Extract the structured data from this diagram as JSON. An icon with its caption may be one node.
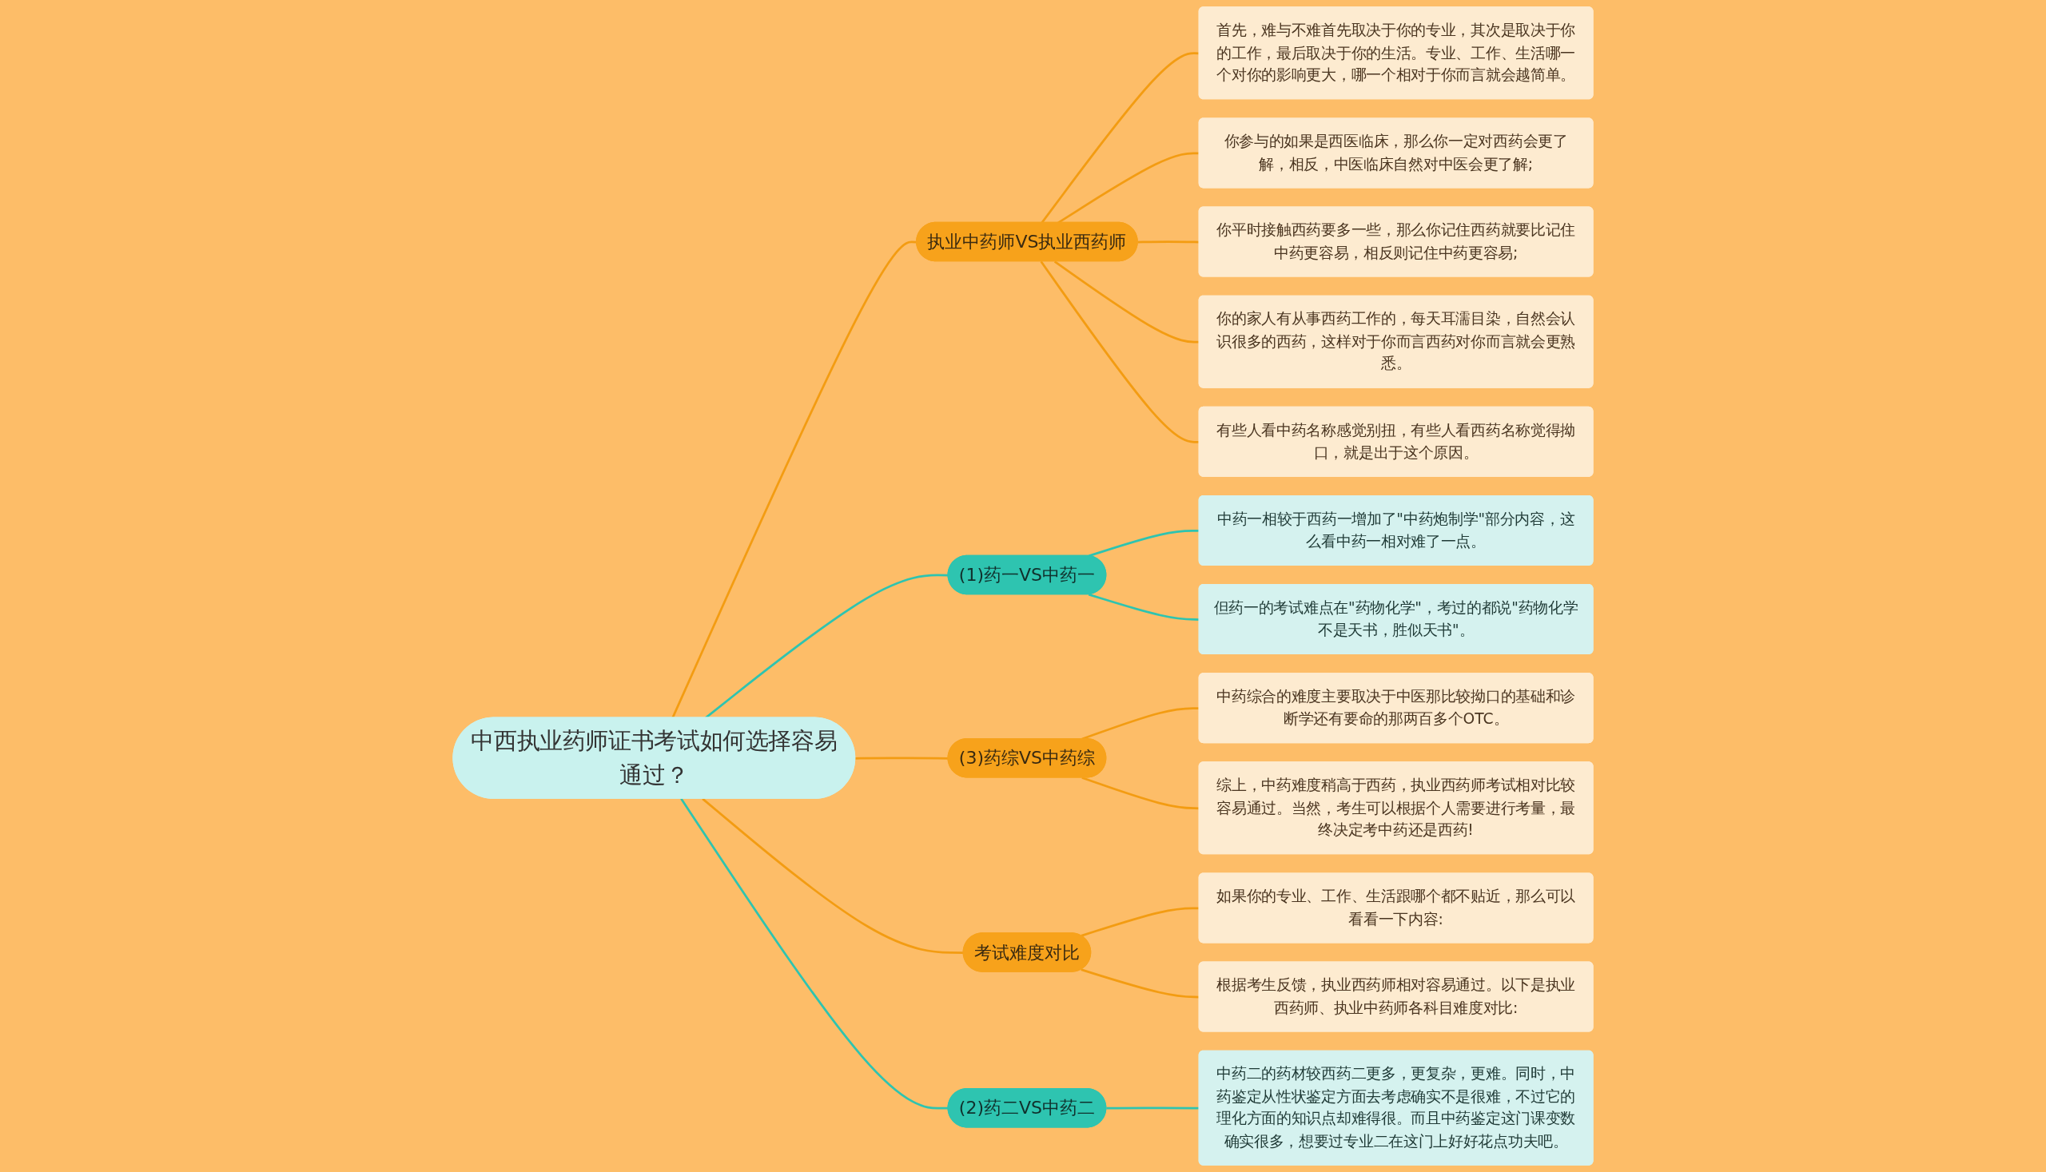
{
  "diagram": {
    "nodes": [
      {
        "text": [
          "中西执业药师证书考试如何选择容易通过？"
        ]
      },
      {
        "text": [
          "执业中药师VS执业西药师"
        ]
      },
      {
        "text": [
          "首先，难与不难首先取决于你的专业，其次是取决于你的工作，最后取决于你的生活。专业、工作、生活哪一个对你的影响更大，哪一个相对于你而言就会越简单。"
        ]
      },
      {
        "text": [
          "你参与的如果是西医临床，那么你一定对西药会更了解，相反，中医临床自然对中医会更了解;"
        ]
      },
      {
        "text": [
          "你平时接触西药要多一些，那么你记住西药就要比记住中药更容易，相反则记住中药更容易;"
        ]
      },
      {
        "text": [
          "你的家人有从事西药工作的，每天耳濡目染，自然会认识很多的西药，这样对于你而言西药对你而言就会更熟悉。"
        ]
      },
      {
        "text": [
          "有些人看中药名称感觉别扭，有些人看西药名称觉得拗口，就是出于这个原因。"
        ]
      },
      {
        "text": [
          "(1)药一VS中药一"
        ]
      },
      {
        "text": [
          "中药一相较于西药一增加了\"中药炮制学\"部分内容，这么看中药一相对难了一点。"
        ]
      },
      {
        "text": [
          "但药一的考试难点在\"药物化学\"，考过的都说\"药物化学不是天书，胜似天书\"。"
        ]
      },
      {
        "text": [
          "(3)药综VS中药综"
        ]
      },
      {
        "text": [
          "中药综合的难度主要取决于中医那比较拗口的基础和诊断学还有要命的那两百多个OTC。"
        ]
      },
      {
        "text": [
          "综上，中药难度稍高于西药，执业西药师考试相对比较容易通过。当然，考生可以根据个人需要进行考量，最终决定考中药还是西药!"
        ]
      },
      {
        "text": [
          "考试难度对比"
        ]
      },
      {
        "text": [
          "如果你的专业、工作、生活跟哪个都不贴近，那么可以看看一下内容:"
        ]
      },
      {
        "text": [
          "根据考生反馈，执业西药师相对容易通过。以下是执业西药师、执业中药师各科目难度对比:"
        ]
      },
      {
        "text": [
          "(2)药二VS中药二"
        ]
      },
      {
        "text": [
          "中药二的药材较西药二更多，更复杂，更难。同时，中药鉴定从性状鉴定方面去考虑确实不是很难，不过它的理化方面的知识点却难得很。而且中药鉴定这门课变数确实很多，想要过专业二在这门上好好花点功夫吧。"
        ]
      }
    ],
    "edges": [
      {
        "from": 0,
        "to": 1,
        "arrow": "none"
      },
      {
        "from": 1,
        "to": 2,
        "arrow": "none"
      },
      {
        "from": 1,
        "to": 3,
        "arrow": "none"
      },
      {
        "from": 1,
        "to": 4,
        "arrow": "none"
      },
      {
        "from": 1,
        "to": 5,
        "arrow": "none"
      },
      {
        "from": 1,
        "to": 6,
        "arrow": "none"
      },
      {
        "from": 0,
        "to": 7,
        "arrow": "none",
        "color": "#2ec4b0"
      },
      {
        "from": 7,
        "to": 8,
        "arrow": "none",
        "color": "#2ec4b0"
      },
      {
        "from": 7,
        "to": 9,
        "arrow": "none",
        "color": "#2ec4b0"
      },
      {
        "from": 0,
        "to": 10,
        "arrow": "none"
      },
      {
        "from": 10,
        "to": 11,
        "arrow": "none"
      },
      {
        "from": 10,
        "to": 12,
        "arrow": "none"
      },
      {
        "from": 0,
        "to": 13,
        "arrow": "none"
      },
      {
        "from": 13,
        "to": 14,
        "arrow": "none"
      },
      {
        "from": 13,
        "to": 15,
        "arrow": "none"
      },
      {
        "from": 0,
        "to": 16,
        "arrow": "none",
        "color": "#2ec4b0"
      },
      {
        "from": 16,
        "to": 17,
        "arrow": "none",
        "color": "#2ec4b0"
      }
    ]
  }
}
